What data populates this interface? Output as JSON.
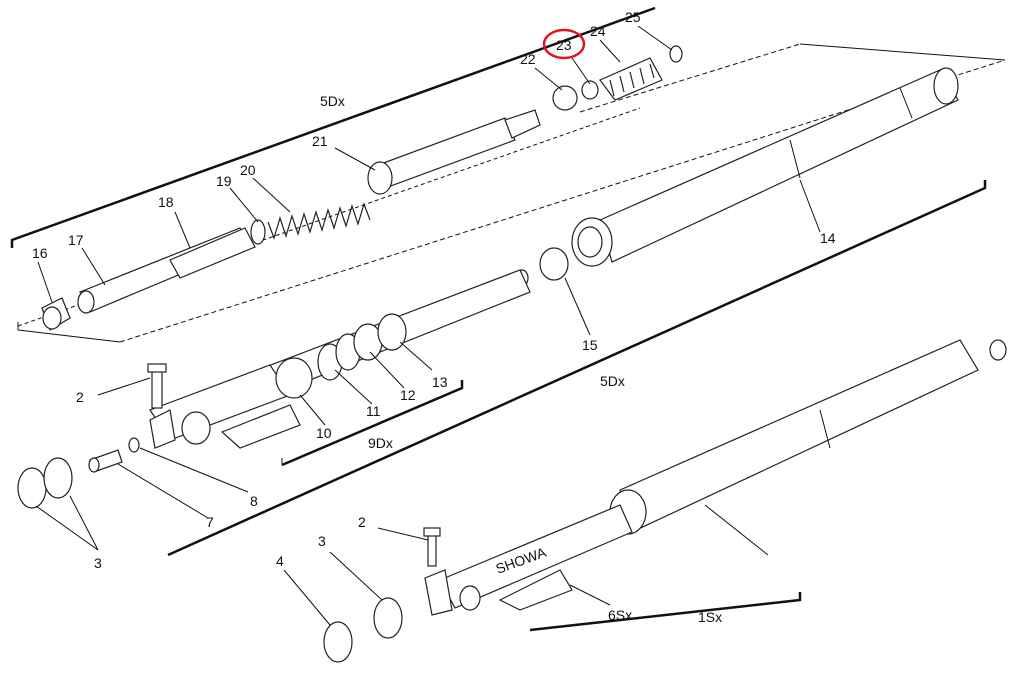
{
  "diagram": {
    "highlighted_part": "23",
    "highlight_color": "#e0141e",
    "labels": {
      "p2a": "2",
      "p2b": "2",
      "p3a": "3",
      "p3b": "3",
      "p4": "4",
      "p5dx_top": "5Dx",
      "p5dx_mid": "5Dx",
      "p1sx": "1Sx",
      "p6sx": "6Sx",
      "p9dx": "9Dx",
      "p7": "7",
      "p8": "8",
      "p10": "10",
      "p11": "11",
      "p12": "12",
      "p13": "13",
      "p14": "14",
      "p15": "15",
      "p16": "16",
      "p17": "17",
      "p18": "18",
      "p19": "19",
      "p20": "20",
      "p21": "21",
      "p22": "22",
      "p23": "23",
      "p24": "24",
      "p25": "25"
    },
    "lower_slider_text": "SHOWA"
  }
}
